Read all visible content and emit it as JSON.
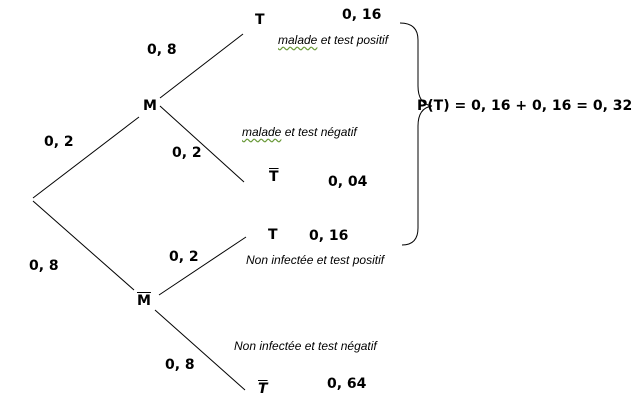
{
  "tree": {
    "level1": {
      "upper_prob": "0, 2",
      "lower_prob": "0, 8"
    },
    "nodes": {
      "M": "M",
      "M_bar": "M",
      "T_top": "T",
      "T_bar_top": "T",
      "T_bottom": "T",
      "T_bar_bottom": "T"
    },
    "branch_probs": {
      "M_to_T": "0, 8",
      "M_to_Tbar": "0, 2",
      "Mbar_to_T": "0, 2",
      "Mbar_to_Tbar": "0, 8"
    },
    "outcomes": {
      "o1_value": "0, 16",
      "o1_label_word": "malade",
      "o1_label_rest": " et test positif",
      "o2_value": "0, 04",
      "o2_label_word": "malade",
      "o2_label_rest": " et test négatif",
      "o3_value": "0, 16",
      "o3_label": "Non infectée et test positif",
      "o4_value": "0, 64",
      "o4_label": "Non infectée et test négatif"
    },
    "formula": "P(T) = 0, 16 + 0, 16 = 0, 32"
  }
}
